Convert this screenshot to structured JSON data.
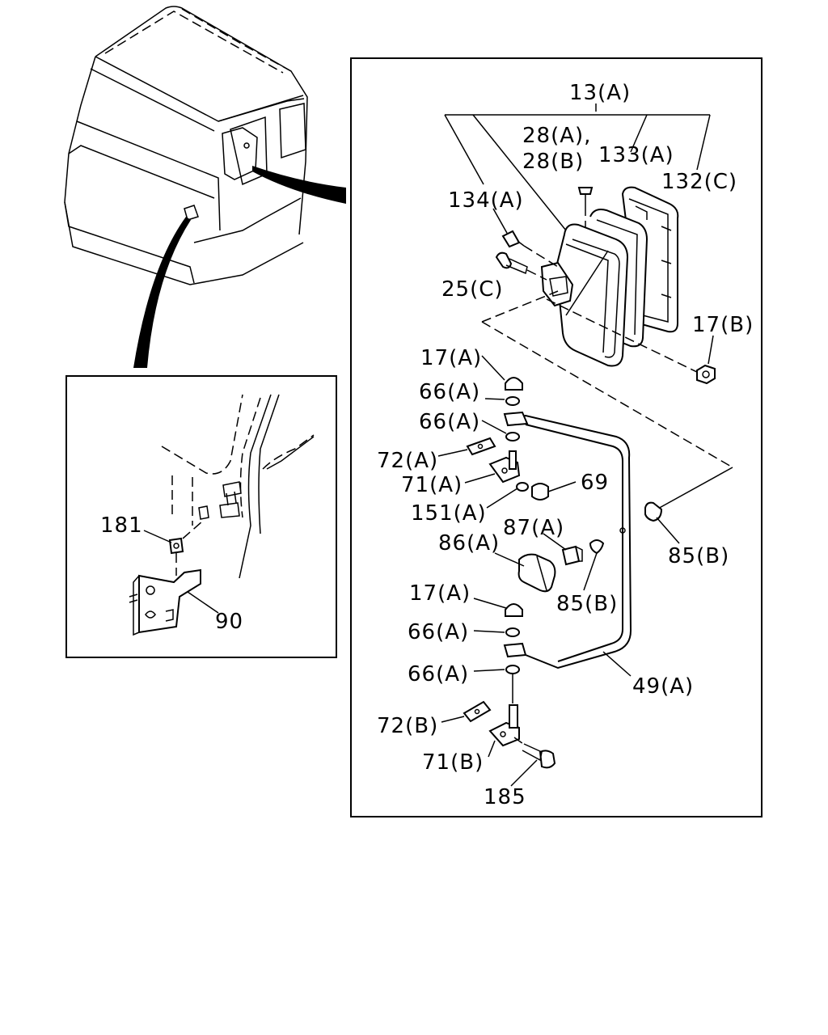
{
  "diagram": {
    "main_labels": {
      "mirror_assy": "13(A)",
      "screw_a": "28(A),",
      "screw_b": "28(B)",
      "mirror_glass": "133(A)",
      "mirror_cover": "132(C)",
      "small_bolt": "134(A)",
      "hinge_bolt": "25(C)",
      "nut_upper": "17(B)",
      "cap_nut_top": "17(A)",
      "washer_1": "66(A)",
      "washer_2": "66(A)",
      "plate_top": "72(A)",
      "bracket_top": "71(A)",
      "cap_69": "69",
      "washer_151": "151(A)",
      "clip_87": "87(A)",
      "lamp_86": "86(A)",
      "clip_85_right": "85(B)",
      "clip_85_lower": "85(B)",
      "cap_nut_lower": "17(A)",
      "washer_3": "66(A)",
      "washer_4": "66(A)",
      "stay_49": "49(A)",
      "plate_bottom": "72(B)",
      "bracket_bottom": "71(B)",
      "bolt_185": "185"
    },
    "inset_labels": {
      "plate_181": "181",
      "bracket_90": "90"
    }
  }
}
